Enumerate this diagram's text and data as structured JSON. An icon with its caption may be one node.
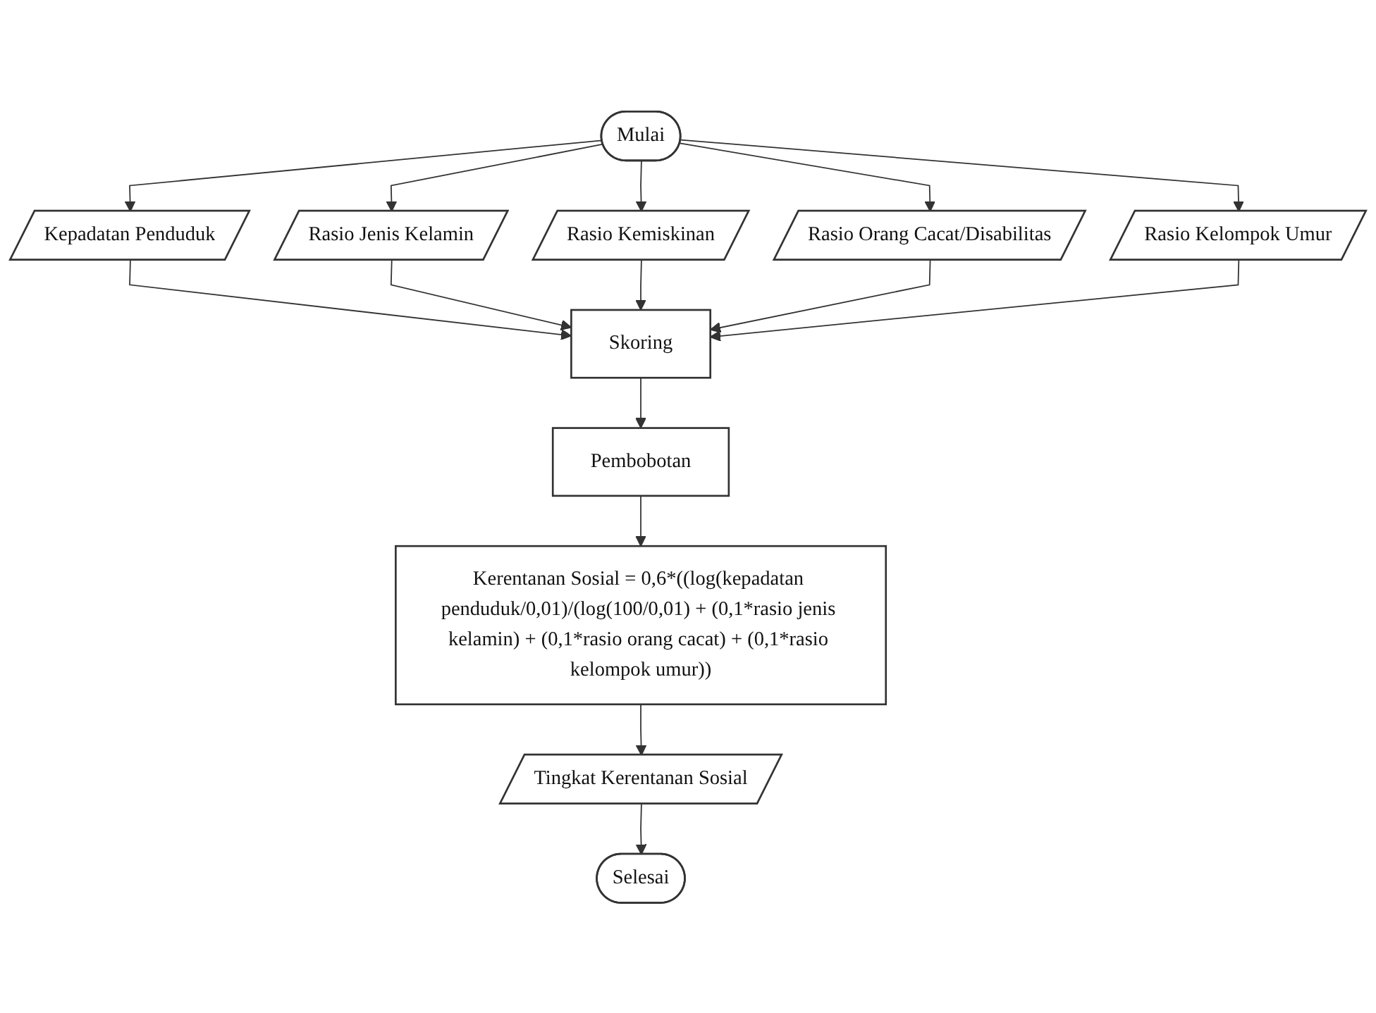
{
  "diagram": {
    "nodes": [
      {
        "text": [
          "Mulai"
        ]
      },
      {
        "text": [
          "Kepadatan Penduduk"
        ]
      },
      {
        "text": [
          "Rasio Jenis Kelamin"
        ]
      },
      {
        "text": [
          "Rasio Kemiskinan"
        ]
      },
      {
        "text": [
          "Rasio Orang Cacat/Disabilitas"
        ]
      },
      {
        "text": [
          "Rasio Kelompok Umur"
        ]
      },
      {
        "text": [
          "Skoring"
        ]
      },
      {
        "text": [
          "Pembobotan"
        ]
      },
      {
        "text": [
          "Kerentanan Sosial = 0,6*((log(kepadatan penduduk/0,01)/(log(100/0,01) + (0,1*rasio jenis kelamin) + (0,1*rasio orang cacat) + (0,1*rasio kelompok umur))"
        ]
      },
      {
        "text": [
          "Tingkat Kerentanan Sosial"
        ]
      },
      {
        "text": [
          "Selesai"
        ]
      }
    ],
    "edges": [
      {
        "from": 0,
        "to": 1,
        "arrow": "to"
      },
      {
        "from": 0,
        "to": 2,
        "arrow": "to"
      },
      {
        "from": 0,
        "to": 3,
        "arrow": "to"
      },
      {
        "from": 0,
        "to": 4,
        "arrow": "to"
      },
      {
        "from": 0,
        "to": 5,
        "arrow": "to"
      },
      {
        "from": 1,
        "to": 6,
        "arrow": "to"
      },
      {
        "from": 2,
        "to": 6,
        "arrow": "to"
      },
      {
        "from": 3,
        "to": 6,
        "arrow": "to"
      },
      {
        "from": 4,
        "to": 6,
        "arrow": "to"
      },
      {
        "from": 5,
        "to": 6,
        "arrow": "to"
      },
      {
        "from": 6,
        "to": 7,
        "arrow": "to"
      },
      {
        "from": 7,
        "to": 8,
        "arrow": "to"
      },
      {
        "from": 8,
        "to": 9,
        "arrow": "to"
      },
      {
        "from": 9,
        "to": 10,
        "arrow": "to"
      }
    ]
  }
}
